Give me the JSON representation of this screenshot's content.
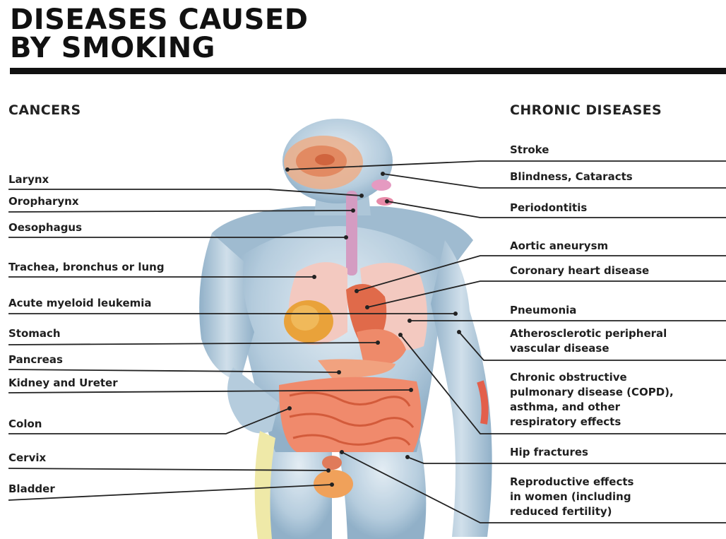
{
  "title": {
    "line1": "DISEASES CAUSED",
    "line2": "BY SMOKING"
  },
  "cancers": {
    "heading": "CANCERS",
    "items": [
      "Larynx",
      "Oropharynx",
      "Oesophagus",
      "Trachea, bronchus or lung",
      "Acute myeloid leukemia",
      "Stomach",
      "Pancreas",
      "Kidney and Ureter",
      "Colon",
      "Cervix",
      "Bladder"
    ]
  },
  "chronic": {
    "heading": "CHRONIC DISEASES",
    "items": [
      [
        "Stroke"
      ],
      [
        "Blindness, Cataracts"
      ],
      [
        "Periodontitis"
      ],
      [
        "Aortic aneurysm"
      ],
      [
        "Coronary heart disease"
      ],
      [
        "Pneumonia"
      ],
      [
        "Atherosclerotic peripheral",
        "vascular disease"
      ],
      [
        "Chronic obstructive",
        "pulmonary disease (COPD),",
        "asthma, and other",
        "respiratory effects"
      ],
      [
        "Hip fractures"
      ],
      [
        "Reproductive effects",
        "in women (including",
        "reduced fertility)"
      ]
    ]
  },
  "colors": {
    "skin": "#8fb3cf",
    "skin_light": "#cfe0ec",
    "organ": "#e8785a",
    "organ_light": "#f4a184",
    "lung": "#f3c9c0",
    "liver": "#e9a23a",
    "bone": "#efe9a8",
    "line": "#222222"
  }
}
